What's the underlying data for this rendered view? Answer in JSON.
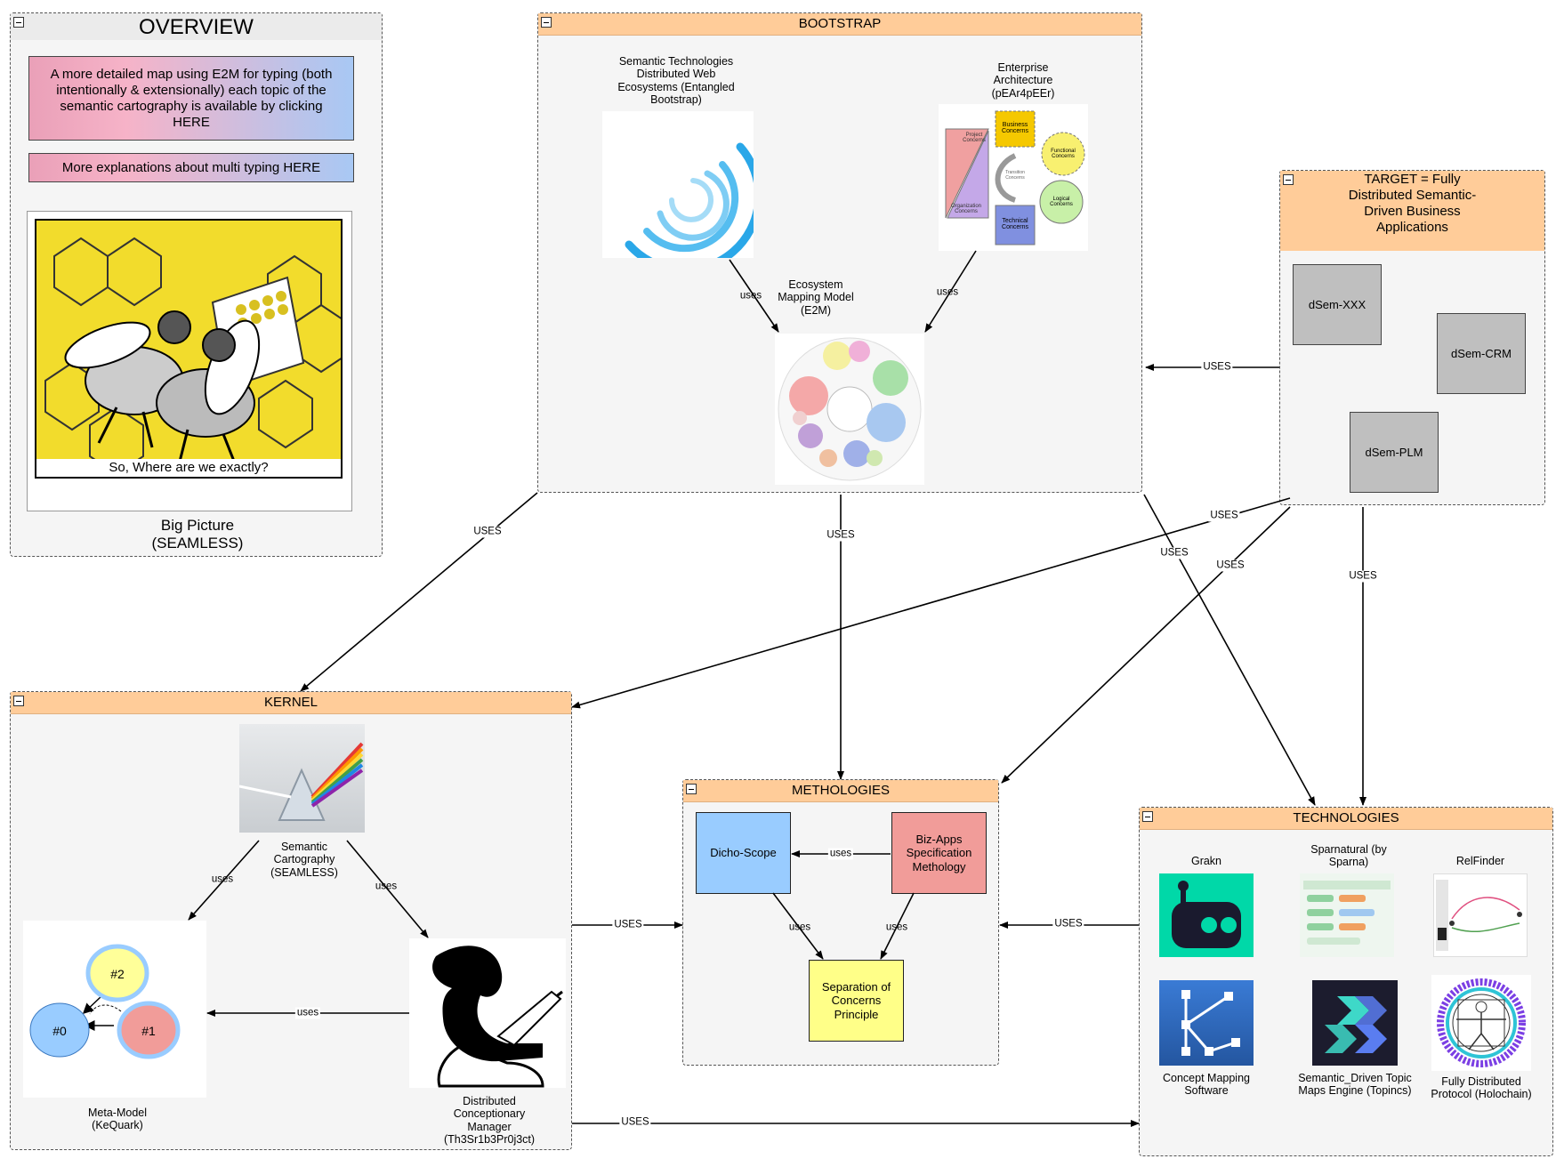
{
  "overview": {
    "title": "OVERVIEW",
    "map_link_text": "A more detailed map using E2M for typing (both intentionally & extensionally) each topic of the semantic cartography is available by clicking HERE",
    "multi_typing_link_text": "More explanations about multi typing HERE",
    "big_picture_caption": "So, Where are we exactly?",
    "big_picture_label": "Big Picture (SEAMLESS)"
  },
  "bootstrap": {
    "title": "BOOTSTRAP",
    "semantic_tech_label": "Semantic Technologies Distributed Web Ecosystems (Entangled Bootstrap)",
    "enterprise_arch_label": "Enterprise Architecture (pEAr4pEEr)",
    "e2m_label": "Ecosystem Mapping Model (E2M)",
    "ea_diagram": {
      "project": "Project Concerns",
      "business": "Business Concerns",
      "functional": "Functional Concerns",
      "transition": "Transition Concerns",
      "organization": "Organization Concerns",
      "technical": "Technical Concerns",
      "logical": "Logical Concerns"
    }
  },
  "target": {
    "title": "TARGET = Fully Distributed Semantic-Driven Business Applications",
    "items": [
      "dSem-XXX",
      "dSem-CRM",
      "dSem-PLM"
    ]
  },
  "kernel": {
    "title": "KERNEL",
    "semantic_cartography_label": "Semantic Cartography (SEAMLESS)",
    "meta_model_label": "Meta-Model (KeQuark)",
    "dcm_label": "Distributed Conceptionary Manager (Th3Sr1b3Pr0j3ct)",
    "meta_model_nodes": [
      "#2",
      "#0",
      "#1"
    ]
  },
  "methologies": {
    "title": "METHOLOGIES",
    "dicho_scope": "Dicho-Scope",
    "biz_apps": "Biz-Apps Specification Methology",
    "separation": "Separation of Concerns Principle"
  },
  "technologies": {
    "title": "TECHNOLOGIES",
    "items": [
      {
        "label": "Grakn",
        "icon": "grakn-robot-icon"
      },
      {
        "label": "Sparnatural (by Sparna)",
        "icon": "sparnatural-screenshot-icon"
      },
      {
        "label": "RelFinder",
        "icon": "relfinder-screenshot-icon"
      },
      {
        "label": "Concept Mapping Software",
        "icon": "concept-mapping-icon"
      },
      {
        "label": "Semantic_Driven Topic Maps Engine (Topincs)",
        "icon": "topincs-icon"
      },
      {
        "label": "Fully Distributed Protocol (Holochain)",
        "icon": "holochain-vitruvian-icon"
      }
    ]
  },
  "edges": {
    "uses": "uses",
    "USES": "USES"
  },
  "colors": {
    "header": "#ffcc99",
    "group_bg": "#f5f5f5",
    "dicho": "#99ccff",
    "biz": "#f19c99",
    "separation": "#ffff88",
    "grey_box": "#bfbfbf"
  }
}
